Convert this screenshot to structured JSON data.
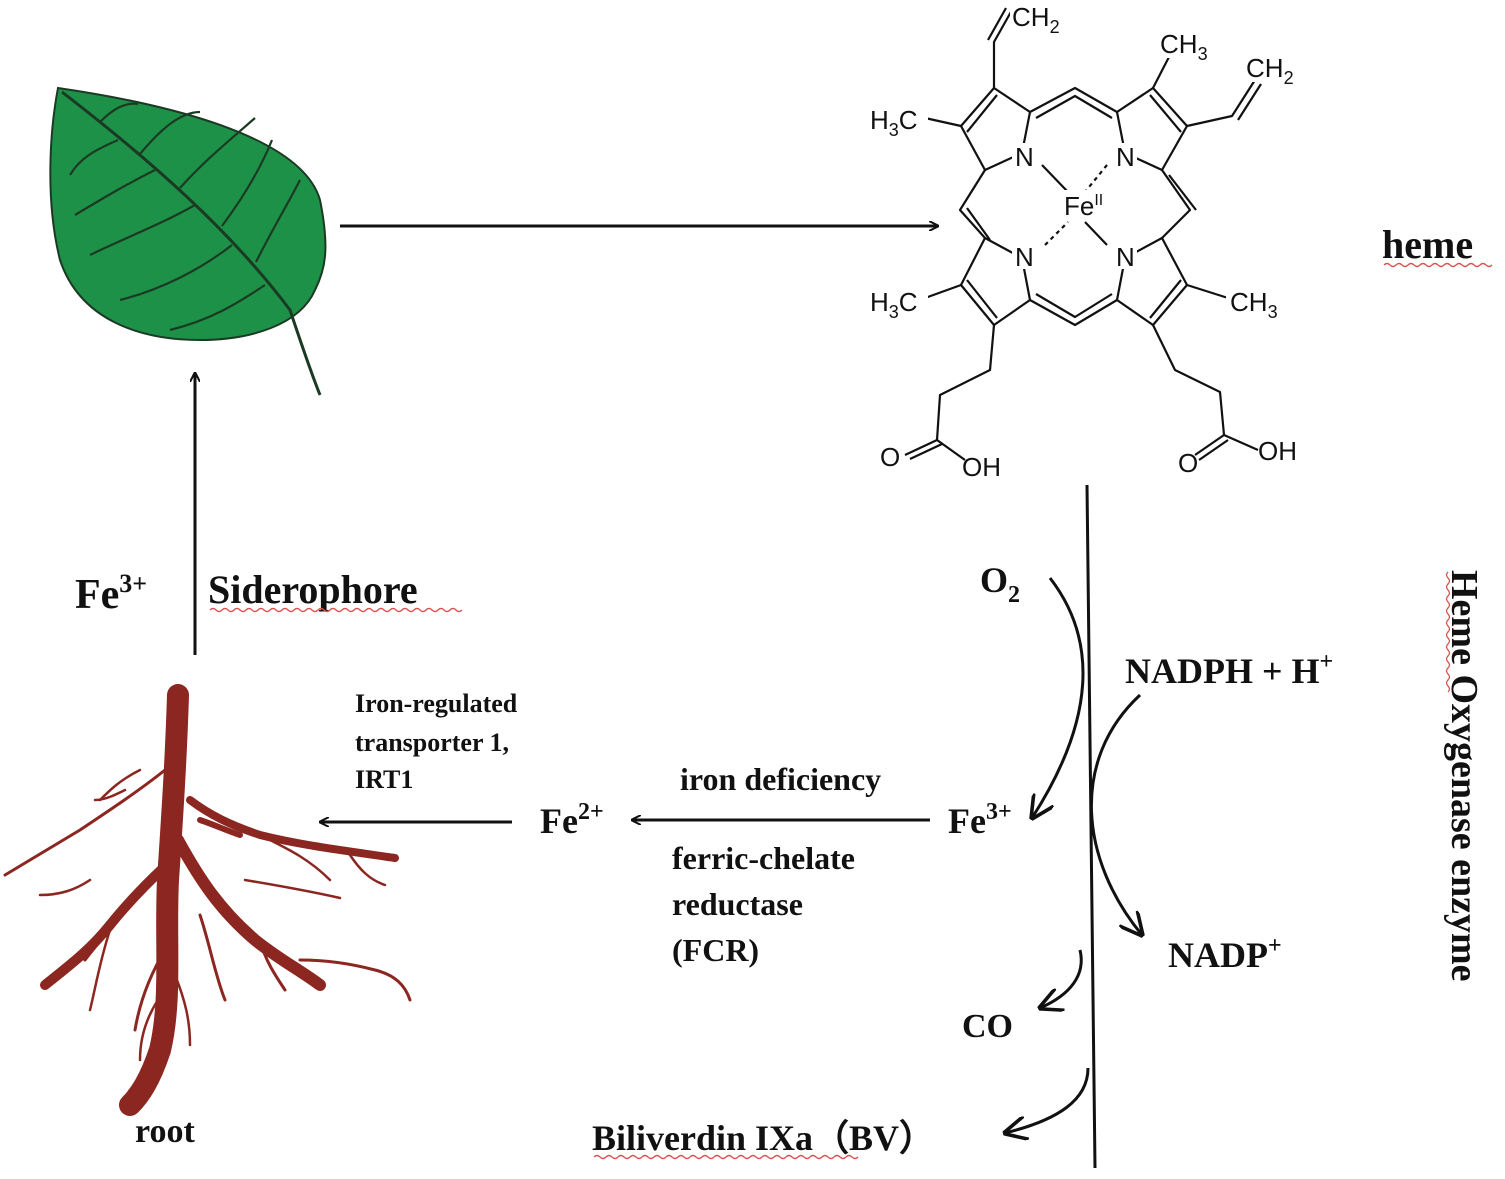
{
  "labels": {
    "heme": "heme",
    "siderophore": "Siderophore",
    "fe3_left_base": "Fe",
    "fe3_left_sup": "3+",
    "root": "root",
    "irt1_line1": "Iron-regulated",
    "irt1_line2": "transporter 1,",
    "irt1_line3": "IRT1",
    "fe2_base": "Fe",
    "fe2_sup": "2+",
    "iron_deficiency": "iron deficiency",
    "fcr_line1": "ferric-chelate",
    "fcr_line2": "reductase",
    "fcr_line3": "(FCR)",
    "fe3_right_base": "Fe",
    "fe3_right_sup": "3+",
    "o2_base": "O",
    "o2_sub": "2",
    "nadph": "NADPH + H",
    "nadph_sup": "+",
    "nadp": "NADP",
    "nadp_sup": "+",
    "co": "CO",
    "biliverdin": "Biliverdin IXa（BV）",
    "enzyme": "Heme Oxygenase enzyme"
  },
  "molecule": {
    "ch2_top": "CH",
    "ch2_top_sub": "2",
    "ch3_top": "CH",
    "ch3_top_sub": "3",
    "ch2_right": "CH",
    "ch2_right_sub": "2",
    "h3c_top": "H",
    "h3c_top_sub": "3",
    "h3c_top_c": "C",
    "h3c_bottom": "H",
    "h3c_bottom_sub": "3",
    "h3c_bottom_c": "C",
    "ch3_bottom": "CH",
    "ch3_bottom_sub": "3",
    "n1": "N",
    "n2": "N",
    "n3": "N",
    "n4": "N",
    "fe": "Fe",
    "fe_sup": "II",
    "o_left": "O",
    "oh_left": "OH",
    "o_right": "O",
    "oh_right": "OH"
  },
  "colors": {
    "leaf": "#1e9148",
    "leaf_veins": "#1b3a24",
    "root": "#8b2620",
    "ink": "#111111",
    "spellcheck": "#d9534f"
  }
}
